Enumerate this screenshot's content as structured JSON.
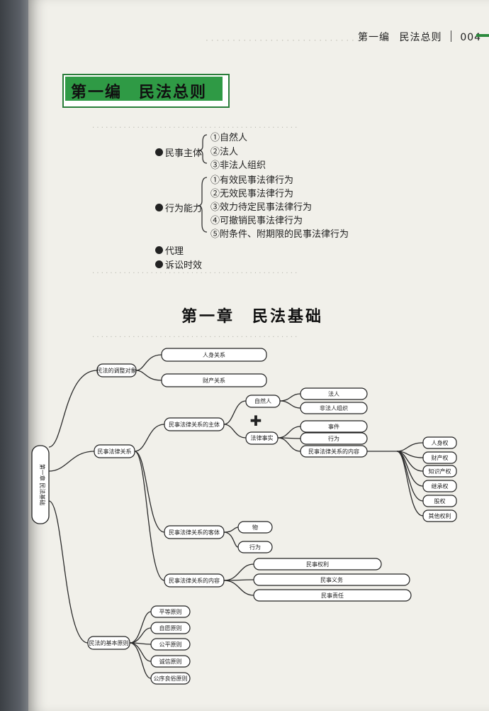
{
  "running_head": {
    "chapter": "第一编",
    "title": "民法总则",
    "page": "004"
  },
  "part_title": "第一编　民法总则",
  "outline": {
    "items": [
      {
        "label": "民事主体",
        "subs": [
          "①自然人",
          "②法人",
          "③非法人组织"
        ]
      },
      {
        "label": "行为能力",
        "subs": [
          "①有效民事法律行为",
          "②无效民事法律行为",
          "③效力待定民事法律行为",
          "④可撤销民事法律行为",
          "⑤附条件、附期限的民事法律行为"
        ]
      },
      {
        "label": "代理",
        "subs": []
      },
      {
        "label": "诉讼时效",
        "subs": []
      }
    ]
  },
  "chapter_title": "第一章　民法基础",
  "mindmap": {
    "root": "第一章 民法基础",
    "b1": {
      "label": "民法的调整对象",
      "leaves": [
        "人身关系",
        "财产关系"
      ]
    },
    "b2": {
      "label": "民事法律关系",
      "s1": {
        "label": "民事法律关系的主体",
        "subject": "自然人",
        "plus": "✚",
        "subject_leaves": [
          "法人",
          "非法人组织"
        ]
      },
      "s2": {
        "label": "民事法律关系的客体",
        "leaves": [
          "物",
          "行为"
        ]
      },
      "s3": {
        "label": "民事法律关系的内容",
        "leaves": [
          "民事权利",
          "民事义务",
          "民事责任"
        ]
      },
      "acts": {
        "label": "法律事实",
        "leaves": [
          "事件",
          "行为"
        ]
      },
      "right_leaves": [
        "人身权",
        "财产权",
        "知识产权",
        "继承权",
        "股权",
        "其他权利"
      ]
    },
    "b3": {
      "label": "民法的基本原则",
      "leaves": [
        "平等原则",
        "自愿原则",
        "公平原则",
        "诚信原则",
        "公序良俗原则"
      ]
    }
  },
  "colors": {
    "accent": "#2f9a45"
  }
}
